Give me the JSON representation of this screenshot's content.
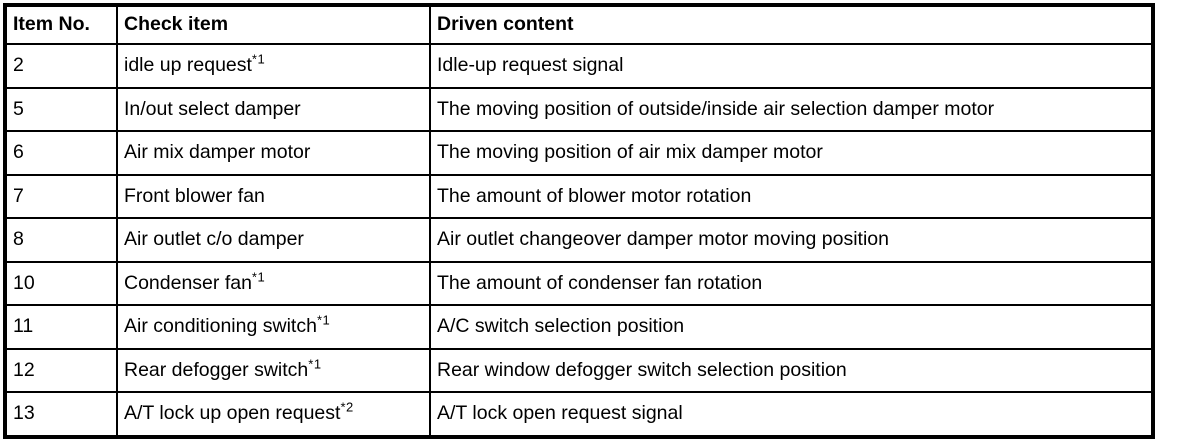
{
  "table": {
    "headers": {
      "item_no": "Item No.",
      "check_item": "Check item",
      "driven_content": "Driven content"
    },
    "rows": [
      {
        "item_no": "2",
        "check_item": "idle up request",
        "check_item_note": "*1",
        "driven_content": "Idle-up request signal"
      },
      {
        "item_no": "5",
        "check_item": "In/out select damper",
        "check_item_note": "",
        "driven_content": "The moving position of outside/inside air selection damper motor"
      },
      {
        "item_no": "6",
        "check_item": "Air mix damper motor",
        "check_item_note": "",
        "driven_content": "The moving position of air mix damper motor"
      },
      {
        "item_no": "7",
        "check_item": "Front blower fan",
        "check_item_note": "",
        "driven_content": "The amount of blower motor rotation"
      },
      {
        "item_no": "8",
        "check_item": "Air outlet c/o damper",
        "check_item_note": "",
        "driven_content": "Air outlet changeover damper motor moving position"
      },
      {
        "item_no": "10",
        "check_item": "Condenser fan",
        "check_item_note": "*1",
        "driven_content": "The amount of condenser fan rotation"
      },
      {
        "item_no": "11",
        "check_item": "Air conditioning switch",
        "check_item_note": "*1",
        "driven_content": "A/C switch selection position"
      },
      {
        "item_no": "12",
        "check_item": "Rear defogger switch",
        "check_item_note": "*1",
        "driven_content": "Rear window defogger switch selection position"
      },
      {
        "item_no": "13",
        "check_item": "A/T lock up open request",
        "check_item_note": "*2",
        "driven_content": "A/T lock open request signal"
      }
    ]
  }
}
